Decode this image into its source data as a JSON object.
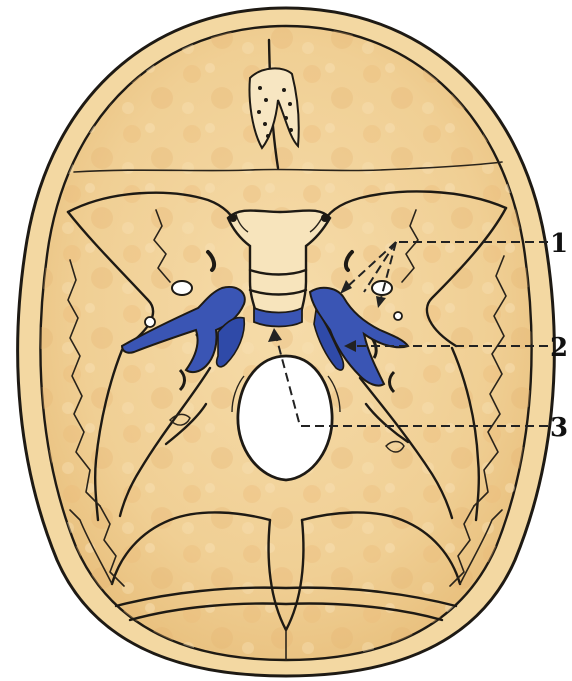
{
  "figure": {
    "callouts": [
      {
        "id": "1",
        "label": "1"
      },
      {
        "id": "2",
        "label": "2"
      },
      {
        "id": "3",
        "label": "3"
      }
    ],
    "colors": {
      "bone": "#f2d49a",
      "bone_shade": "#e7b876",
      "outline": "#1e1a14",
      "highlight_blue": "#3a55b4",
      "foramen": "#ffffff"
    }
  }
}
